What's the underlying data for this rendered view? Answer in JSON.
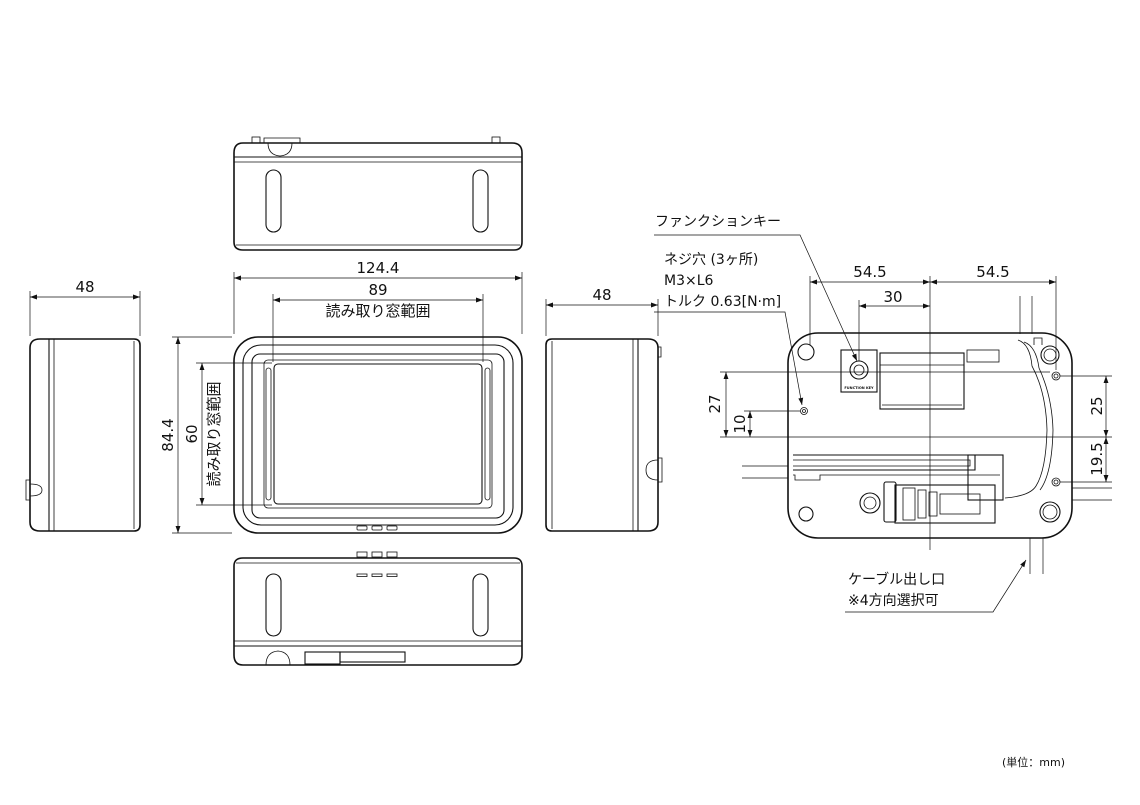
{
  "dimensions": {
    "width_total": "124.4",
    "read_window_width": "89",
    "read_window_label": "読み取り窓範囲",
    "side_depth_left": "48",
    "side_depth_right": "48",
    "height_total": "84.4",
    "read_window_height": "60",
    "read_window_label_vertical": "読み取り窓範囲",
    "back_left_half": "54.5",
    "back_right_half": "54.5",
    "key_offset": "30",
    "hole_offset_27": "27",
    "hole_offset_10": "10",
    "right_offset_25": "25",
    "right_offset_19_5": "19.5"
  },
  "callouts": {
    "function_key": "ファンクションキー",
    "screw_hole_line1": "ネジ穴 (3ヶ所)",
    "screw_hole_line2": "M3×L6",
    "screw_hole_line3": "トルク 0.63[N·m]",
    "cable_line1": "ケーブル出し口",
    "cable_line2": "※4方向選択可"
  },
  "function_key_tiny_label": "FUNCTION KEY",
  "unit_note": "(単位：mm)"
}
